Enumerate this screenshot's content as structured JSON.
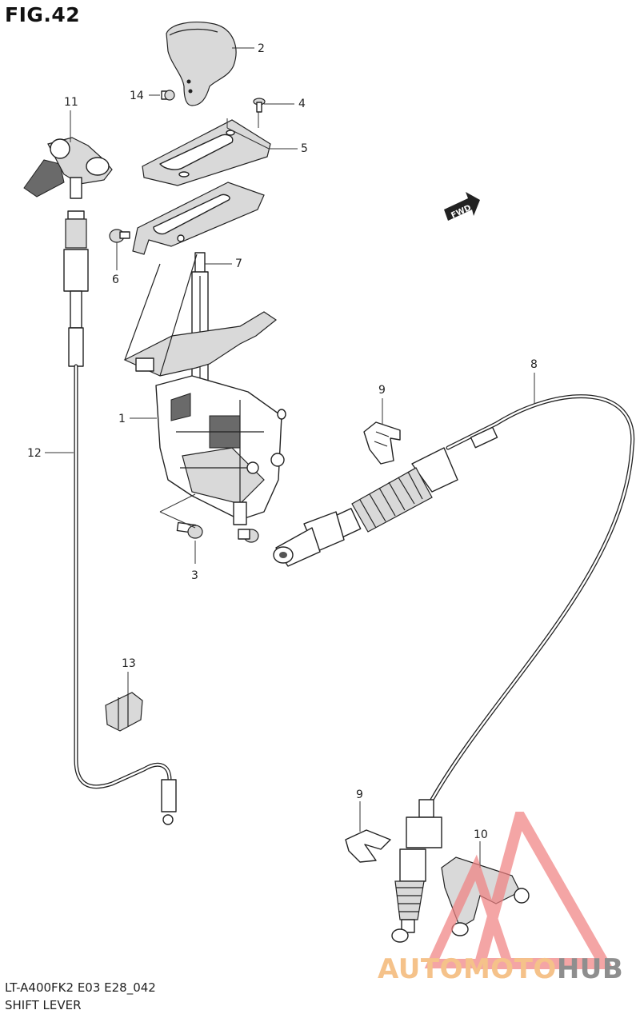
{
  "figure": {
    "title": "FIG.42"
  },
  "callouts": [
    {
      "id": "c1",
      "label": "1"
    },
    {
      "id": "c2",
      "label": "2"
    },
    {
      "id": "c3",
      "label": "3"
    },
    {
      "id": "c4",
      "label": "4"
    },
    {
      "id": "c5",
      "label": "5"
    },
    {
      "id": "c6",
      "label": "6"
    },
    {
      "id": "c7",
      "label": "7"
    },
    {
      "id": "c8",
      "label": "8"
    },
    {
      "id": "c9a",
      "label": "9"
    },
    {
      "id": "c9b",
      "label": "9"
    },
    {
      "id": "c10",
      "label": "10"
    },
    {
      "id": "c11",
      "label": "11"
    },
    {
      "id": "c12",
      "label": "12"
    },
    {
      "id": "c13",
      "label": "13"
    },
    {
      "id": "c14",
      "label": "14"
    }
  ],
  "direction_badge": {
    "text": "FWD"
  },
  "footer": {
    "model_code": "LT-A400FK2 E03 E28_042",
    "section_name": "SHIFT LEVER"
  },
  "watermark": {
    "part1": "AUTOMOTO",
    "part2": "HUB",
    "color_primary": "#f08080",
    "color_accent": "#f5c28a"
  }
}
